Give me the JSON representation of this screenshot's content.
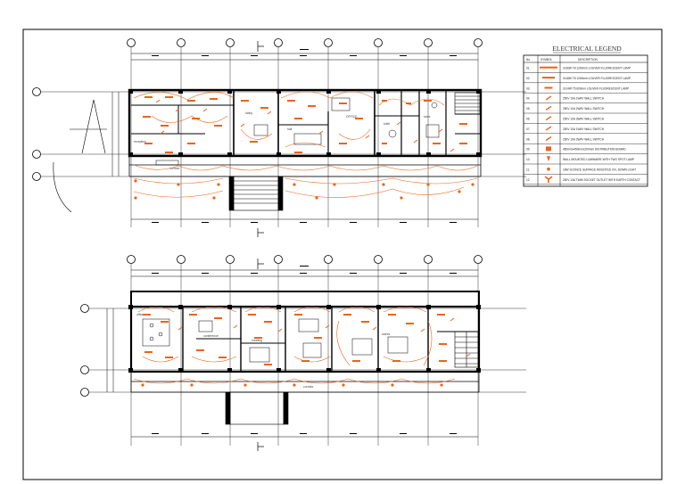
{
  "legend": {
    "title": "ELECTRICAL LEGEND",
    "headers": [
      "No.",
      "SYMBOL",
      "DESCRIPTION"
    ],
    "rows": [
      {
        "no": "01.",
        "desc": "2x36W T8 1200mm LOUVER FLUORESCENT LAMP",
        "symbol": "bar-long"
      },
      {
        "no": "02.",
        "desc": "2x18W T8 1200mm LOUVER FLUORESCENT LAMP",
        "symbol": "bar-short"
      },
      {
        "no": "03.",
        "desc": "2x14W T5 600mm LOUVER FLUORESCENT LAMP",
        "symbol": "bar-tiny"
      },
      {
        "no": "04.",
        "desc": "250V 10A 1WAY WALL SWITCH",
        "symbol": "switch-1"
      },
      {
        "no": "05.",
        "desc": "250V 10A 2WAY WALL SWITCH",
        "symbol": "switch-2"
      },
      {
        "no": "06.",
        "desc": "250V 10A 3WAY WALL SWITCH",
        "symbol": "switch-3"
      },
      {
        "no": "07.",
        "desc": "250V 10A 1WAY WALL SWITCH",
        "symbol": "switch-4"
      },
      {
        "no": "08.",
        "desc": "250V 10A 2WAY WALL SWITCH",
        "symbol": "switch-5"
      },
      {
        "no": "09.",
        "desc": "450mmx450mmx200mm DISTRIBUTION BOARD",
        "symbol": "db-box"
      },
      {
        "no": "10.",
        "desc": "WALL MOUNTED LUMINAIRE WITH TWO SPOT LAMP",
        "symbol": "wall-lamp"
      },
      {
        "no": "11.",
        "desc": "18W SCONCE SURFACE MOUNTED CFL DOWN LIGHT",
        "symbol": "sconce"
      },
      {
        "no": "12.",
        "desc": "250V 13A TWIN SOCKET OUTLET WITH EARTH CONTACT",
        "symbol": "socket"
      }
    ]
  },
  "grid_bubbles_top": [
    "",
    "",
    "",
    "",
    "",
    "",
    "",
    ""
  ],
  "ground_floor_rooms": [
    "reception",
    "lobby",
    "OFFICE",
    "corridor",
    "hall",
    "store",
    "toilet"
  ],
  "first_floor_rooms": [
    "office",
    "conference",
    "corridor",
    "meeting",
    "stores"
  ],
  "north_arrow_label": "",
  "colors": {
    "line": "#000000",
    "electrical": "#e8651a",
    "legend_title": "#333333"
  }
}
